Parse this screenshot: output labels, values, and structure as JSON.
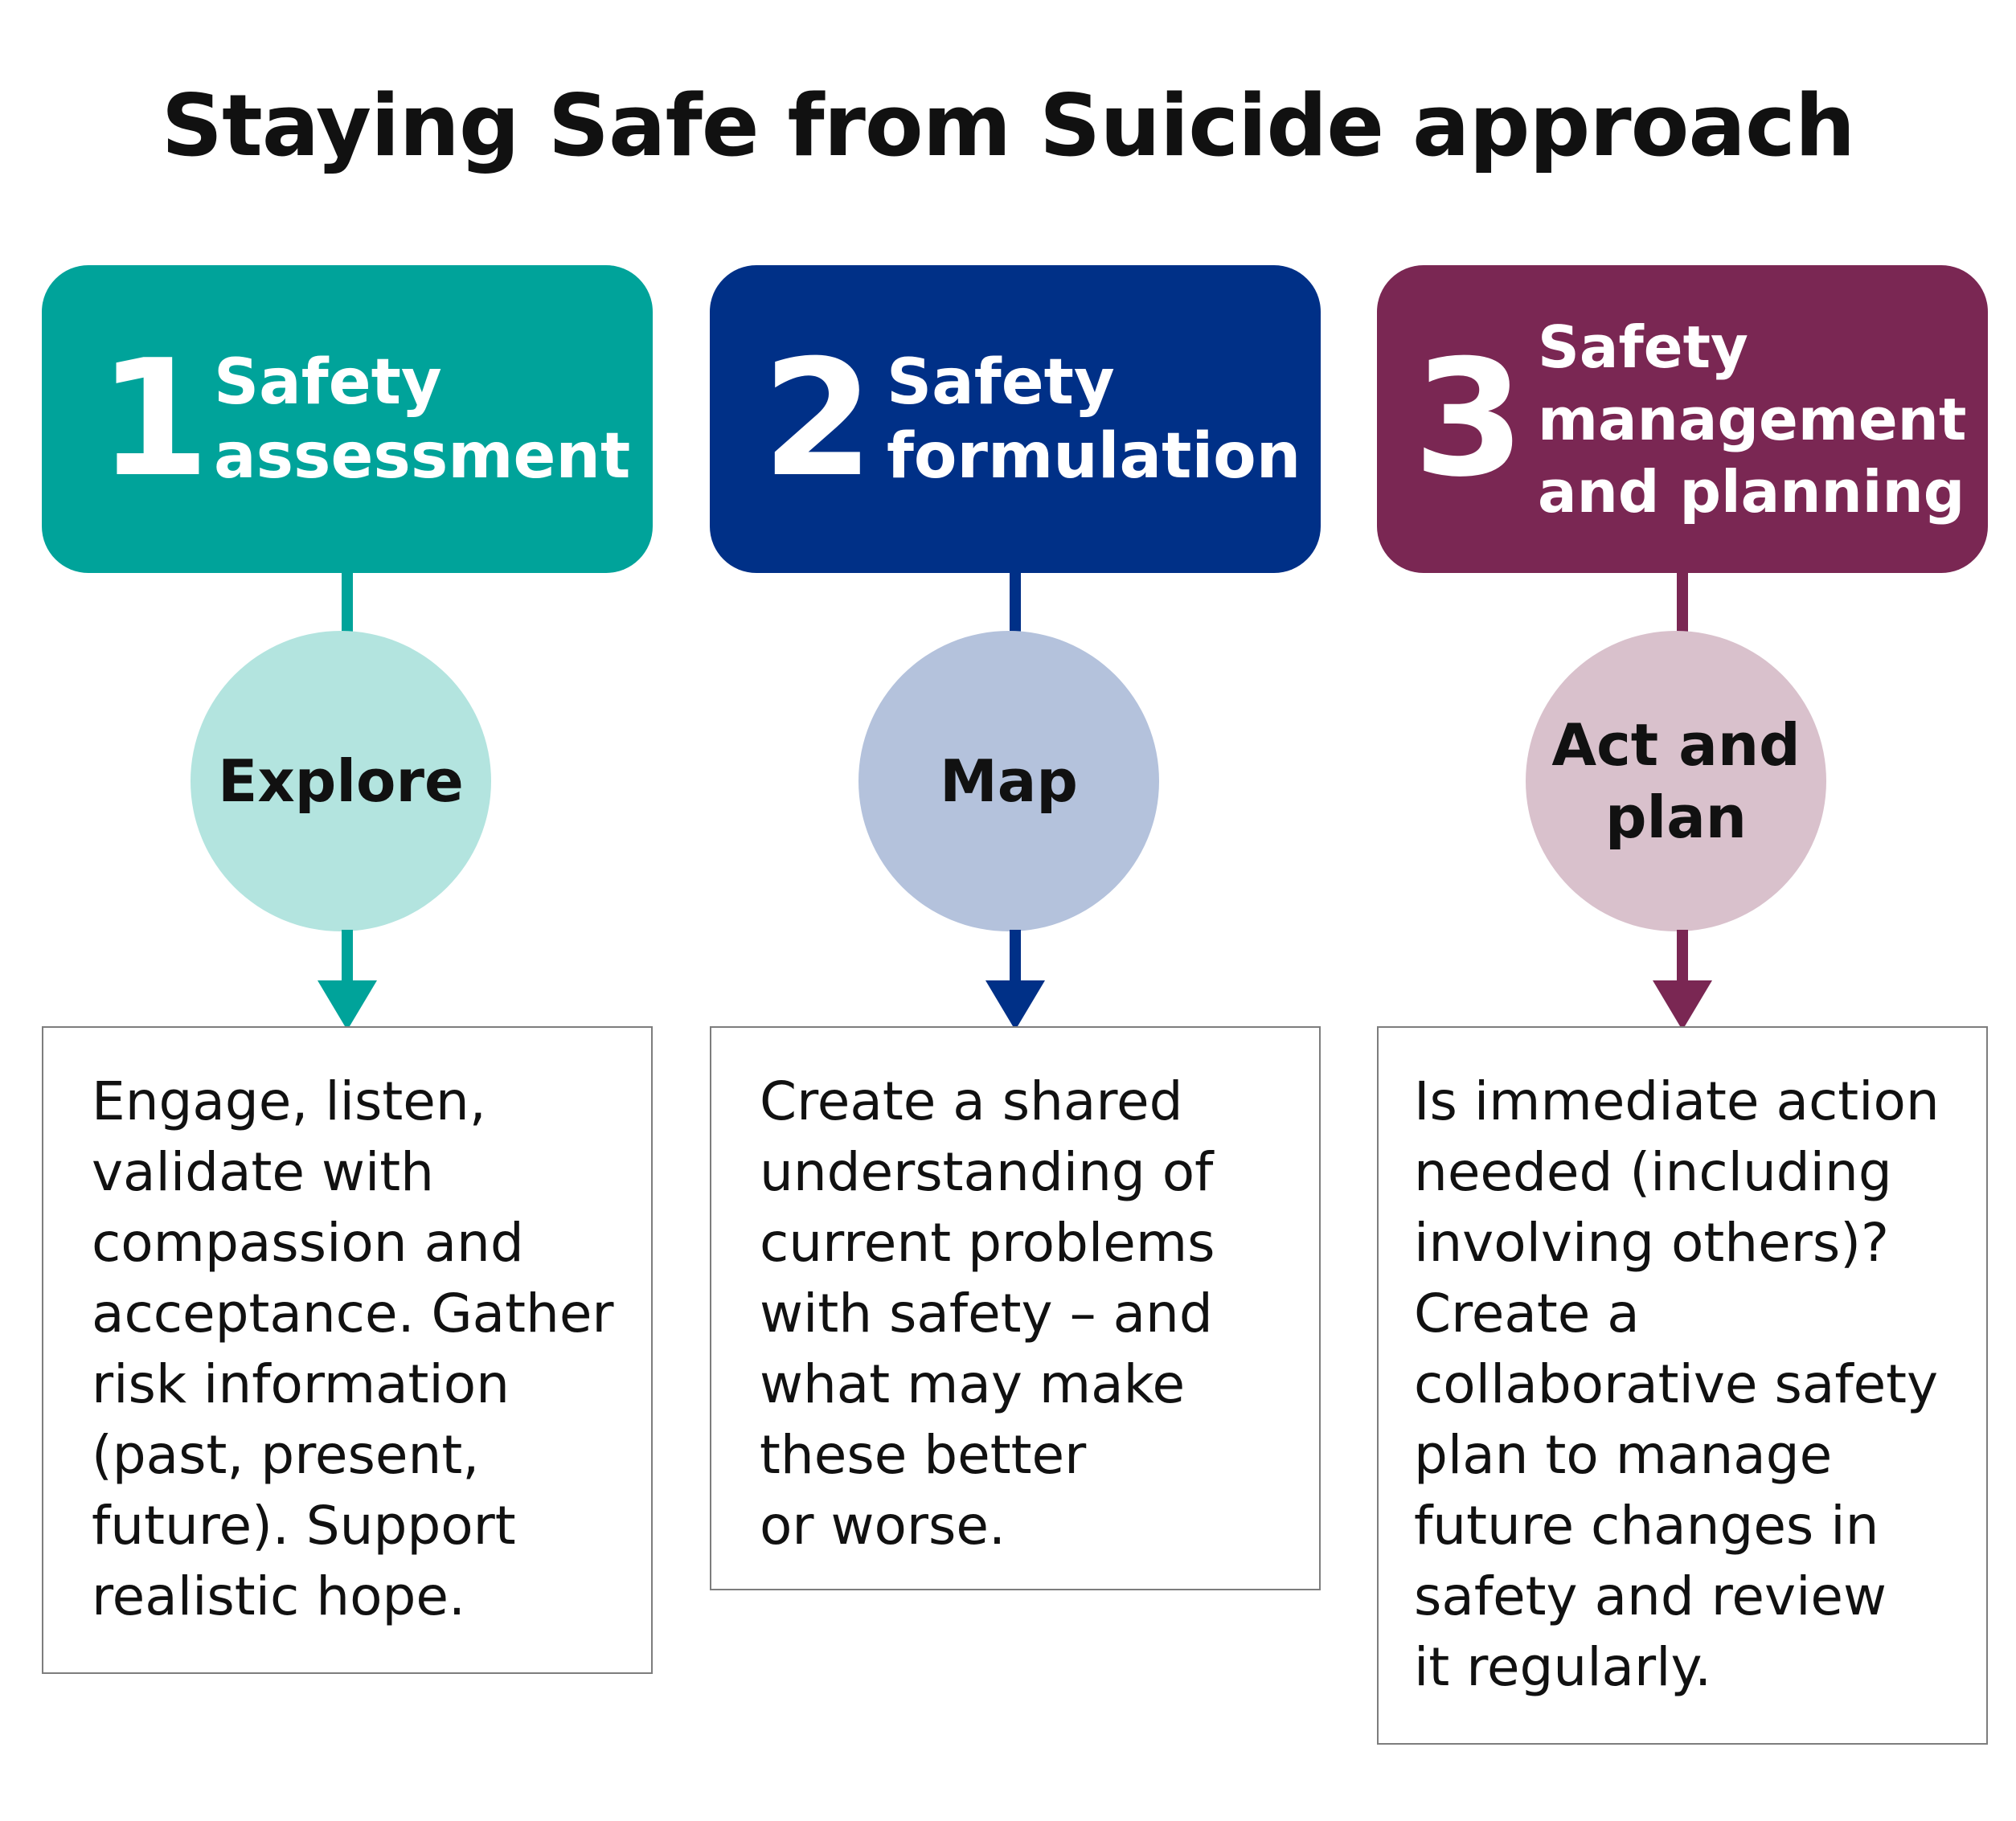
{
  "title": "Staying Safe from Suicide approach",
  "steps": [
    {
      "number": "1",
      "heading_lines": [
        "Safety",
        "assessment"
      ],
      "action_lines": [
        "Explore"
      ],
      "description_lines": [
        "Engage, listen,",
        "validate with",
        "compassion and",
        "acceptance. Gather",
        "risk information",
        "(past, present,",
        "future). Support",
        "realistic hope."
      ],
      "colors": {
        "header": "#00a39a",
        "circle": "#b3e4df",
        "arrow": "#00a39a"
      }
    },
    {
      "number": "2",
      "heading_lines": [
        "Safety",
        "formulation"
      ],
      "action_lines": [
        "Map"
      ],
      "description_lines": [
        "Create a shared",
        "understanding of",
        "current problems",
        "with safety – and",
        "what may make",
        "these better",
        "or worse."
      ],
      "colors": {
        "header": "#003087",
        "circle": "#b4c2dc",
        "arrow": "#003087"
      }
    },
    {
      "number": "3",
      "heading_lines": [
        "Safety",
        "management",
        "and planning"
      ],
      "action_lines": [
        "Act and",
        "plan"
      ],
      "description_lines": [
        "Is immediate action",
        "needed (including",
        "involving others)?",
        "Create a",
        "collaborative safety",
        "plan to manage",
        "future changes in",
        "safety and review",
        "it regularly."
      ],
      "colors": {
        "header": "#7a2753",
        "circle": "#d9c1cc",
        "arrow": "#7a2753"
      }
    }
  ]
}
